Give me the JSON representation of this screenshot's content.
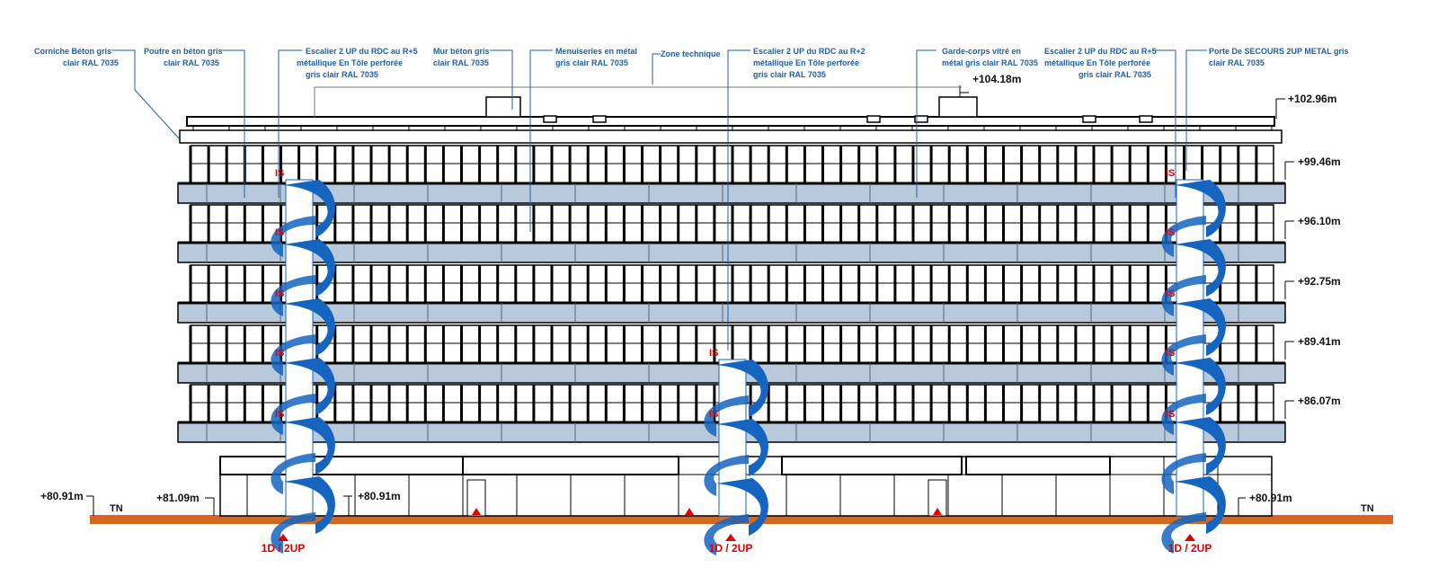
{
  "annotations": {
    "corniche": [
      "Corniche Béton gris",
      "clair RAL 7035"
    ],
    "poutre": [
      "Poutre en béton gris",
      "clair RAL 7035"
    ],
    "escalier_left": [
      "Escalier 2 UP du RDC au R+5",
      "métallique En Tôle perforée",
      "gris clair RAL 7035"
    ],
    "mur": [
      "Mur béton gris",
      "clair RAL 7035"
    ],
    "menuiseries": [
      "Menuiseries en métal",
      "gris clair RAL 7035"
    ],
    "zone": [
      "Zone technique"
    ],
    "escalier_mid": [
      "Escalier 2 UP du RDC au R+2",
      "métallique En Tôle perforée",
      "gris clair RAL 7035"
    ],
    "garde": [
      "Garde-corps vitré en",
      "métal gris clair RAL 7035"
    ],
    "escalier_right": [
      "Escalier 2 UP du RDC au R+5",
      "métallique En Tôle perforée",
      "gris clair RAL 7035"
    ],
    "porte": [
      "Porte De SECOURS 2UP METAL gris",
      "clair RAL 7035"
    ]
  },
  "levels": {
    "top_tech": "+104.18m",
    "roof": "+102.96m",
    "l5": "+99.46m",
    "l4": "+96.10m",
    "l3": "+92.75m",
    "l2": "+89.41m",
    "l1": "+86.07m",
    "ground_left": "+80.91m",
    "ground_left2": "+81.09m",
    "ground_left3": "+80.91m",
    "ground_right": "+80.91m"
  },
  "tn_label": "TN",
  "exit_label": "1D / 2UP",
  "is_label": "IS",
  "colors": {
    "stair_blue": "#1565c0",
    "leader_blue": "#1f5fa8",
    "exit_red": "#e00000",
    "ground_orange": "#d2691e",
    "band_fill": "#b9c9dc"
  }
}
